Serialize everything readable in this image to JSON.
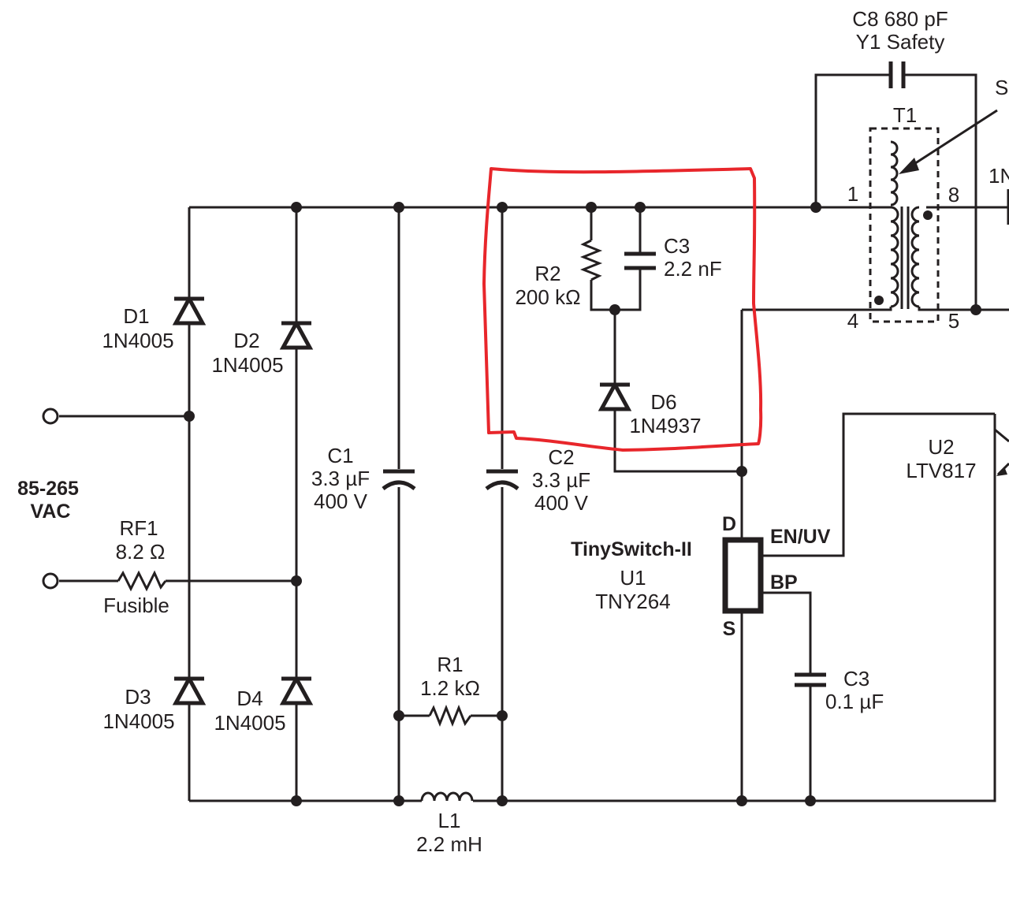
{
  "input": {
    "voltage_line1": "85-265",
    "voltage_line2": "VAC"
  },
  "components": {
    "d1": {
      "ref": "D1",
      "part": "1N4005"
    },
    "d2": {
      "ref": "D2",
      "part": "1N4005"
    },
    "d3": {
      "ref": "D3",
      "part": "1N4005"
    },
    "d4": {
      "ref": "D4",
      "part": "1N4005"
    },
    "rf1": {
      "ref": "RF1",
      "value": "8.2 Ω",
      "note": "Fusible"
    },
    "c1": {
      "ref": "C1",
      "value": "3.3 µF",
      "voltage": "400 V"
    },
    "c2": {
      "ref": "C2",
      "value": "3.3 µF",
      "voltage": "400 V"
    },
    "r1": {
      "ref": "R1",
      "value": "1.2 kΩ"
    },
    "l1": {
      "ref": "L1",
      "value": "2.2 mH"
    },
    "r2": {
      "ref": "R2",
      "value": "200 kΩ"
    },
    "c3_snubber": {
      "ref": "C3",
      "value": "2.2 nF"
    },
    "d6": {
      "ref": "D6",
      "part": "1N4937"
    },
    "u1": {
      "family": "TinySwitch-II",
      "ref": "U1",
      "part": "TNY264",
      "pin_d": "D",
      "pin_s": "S",
      "pin_enuv": "EN/UV",
      "pin_bp": "BP"
    },
    "c3_bp": {
      "ref": "C3",
      "value": "0.1 µF"
    },
    "u2": {
      "ref": "U2",
      "part": "LTV817"
    },
    "c8": {
      "line1": "C8 680 pF",
      "line2": "Y1 Safety"
    },
    "t1": {
      "ref": "T1",
      "pin1": "1",
      "pin4": "4",
      "pin5": "5",
      "pin8": "8"
    }
  },
  "cropped": {
    "top_right": "S",
    "right": "1N"
  },
  "annotation": {
    "color": "#e8262b",
    "shape": "hand-drawn rectangle around clamp (R2, C3, D6)"
  }
}
